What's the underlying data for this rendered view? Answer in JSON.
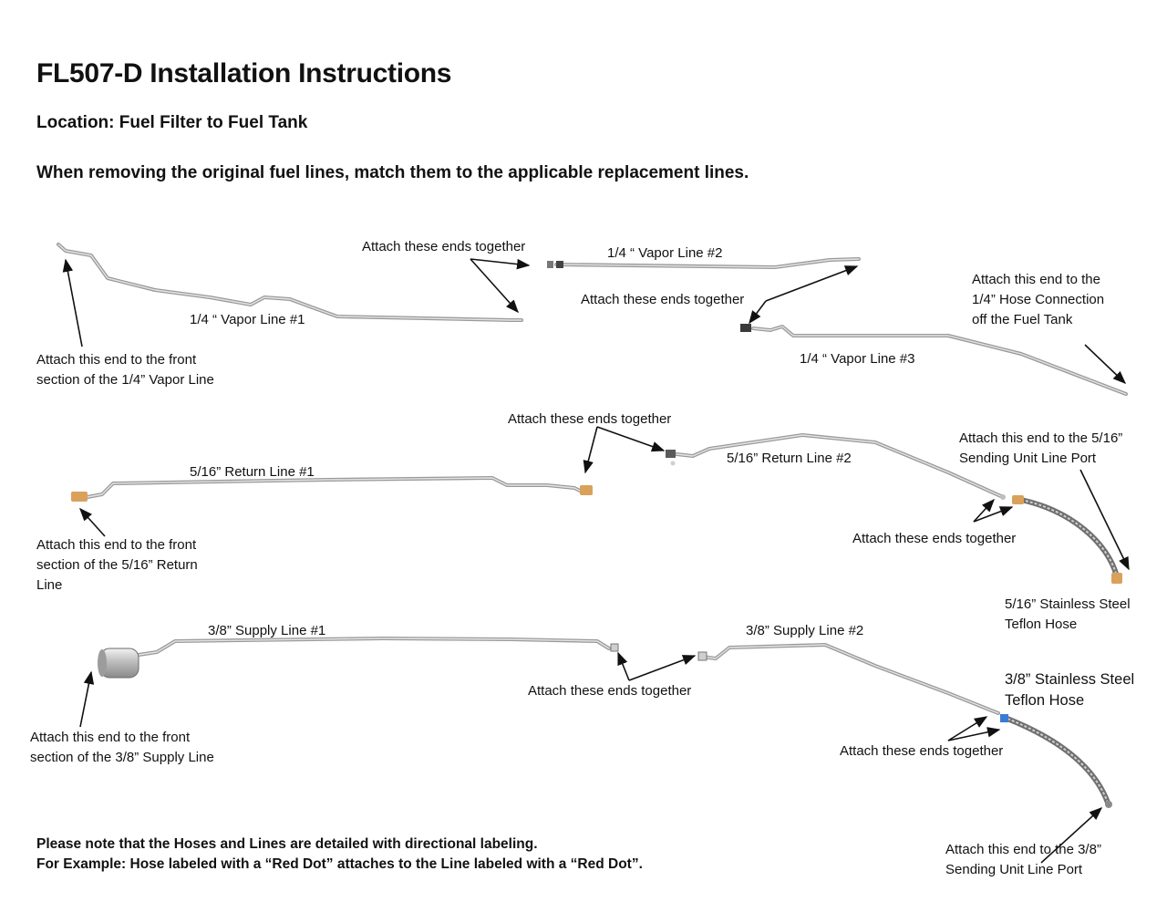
{
  "header": {
    "title": "FL507-D Installation Instructions",
    "location": "Location: Fuel Filter to Fuel Tank",
    "instruction": "When removing the original fuel lines, match them to the applicable replacement lines."
  },
  "lines": {
    "vapor_1": "1/4 “ Vapor Line #1",
    "vapor_2": "1/4 “ Vapor Line #2",
    "vapor_3": "1/4 “ Vapor Line #3",
    "return_1": "5/16” Return Line #1",
    "return_2": "5/16” Return Line #2",
    "supply_1": "3/8” Supply Line #1",
    "supply_2": "3/8” Supply Line #2",
    "return_hose": [
      "5/16” Stainless Steel",
      "Teflon Hose"
    ],
    "supply_hose": [
      "3/8” Stainless Steel",
      "Teflon Hose"
    ]
  },
  "annotations": {
    "vapor_front": [
      "Attach this end  to the front",
      "section of the 1/4” Vapor Line"
    ],
    "vapor_join_1": "Attach these ends together",
    "vapor_join_2": "Attach these ends together",
    "vapor_tank": [
      "Attach this end to the",
      "1/4” Hose Connection",
      "off the Fuel Tank"
    ],
    "return_join_1": "Attach these ends together",
    "return_sending": [
      "Attach this end to the 5/16”",
      "Sending Unit Line Port"
    ],
    "return_front": [
      "Attach this end to the front",
      "section of the 5/16” Return",
      "Line"
    ],
    "return_join_2": "Attach these ends together",
    "supply_join_1": "Attach these ends together",
    "supply_front": [
      "Attach this end to the front",
      "section of the 3/8” Supply Line"
    ],
    "supply_join_2": "Attach these ends together",
    "supply_sending": [
      "Attach this end to the 3/8”",
      "Sending Unit Line Port"
    ]
  },
  "note": [
    "Please note that the Hoses and Lines are detailed with directional labeling.",
    "For Example: Hose labeled with a “Red Dot” attaches to the Line labeled with a “Red Dot”."
  ],
  "colors": {
    "tube": "#9a9a9a",
    "hose": "#6f6f6f",
    "fitting": "#d9a15a",
    "red_dot": "#d23030",
    "blue_mark": "#3a7bd5",
    "text": "#111111"
  }
}
